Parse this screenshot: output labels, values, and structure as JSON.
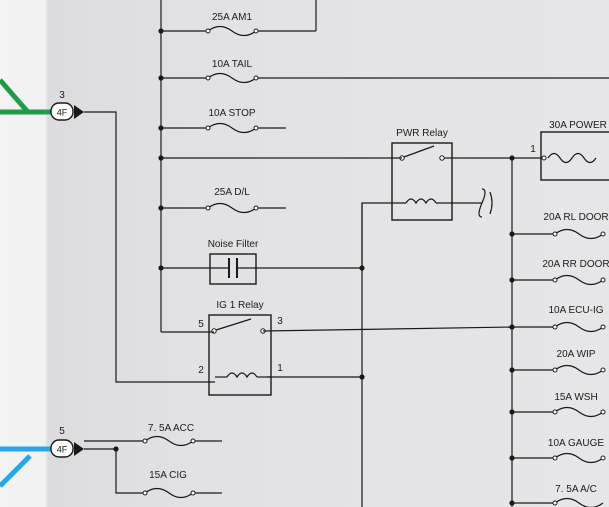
{
  "diagram": {
    "fuses": {
      "am1": "25A AM1",
      "tail": "10A TAIL",
      "stop": "10A STOP",
      "dl": "25A D/L",
      "acc": "7. 5A ACC",
      "cig": "15A CIG",
      "power": "30A POWER",
      "rl_door": "20A RL DOOR",
      "rr_door": "20A RR DOOR",
      "ecu_ig": "10A ECU-IG",
      "wip": "20A WIP",
      "wsh": "15A WSH",
      "gauge": "10A GAUGE",
      "ac": "7. 5A A/C"
    },
    "components": {
      "noise_filter": "Noise Filter",
      "pwr_relay": "PWR Relay",
      "ig1_relay": "IG 1 Relay"
    },
    "connectors": {
      "top": {
        "pin": "3",
        "code": "4F"
      },
      "bottom": {
        "pin": "5",
        "code": "4F"
      }
    },
    "pins": {
      "ig1_5": "5",
      "ig1_3": "3",
      "ig1_2": "2",
      "ig1_1": "1",
      "power_1": "1"
    },
    "colors": {
      "green_wire": "#1f9a4a",
      "blue_wire": "#2aa6e8",
      "ink": "#1a1a1a"
    }
  }
}
